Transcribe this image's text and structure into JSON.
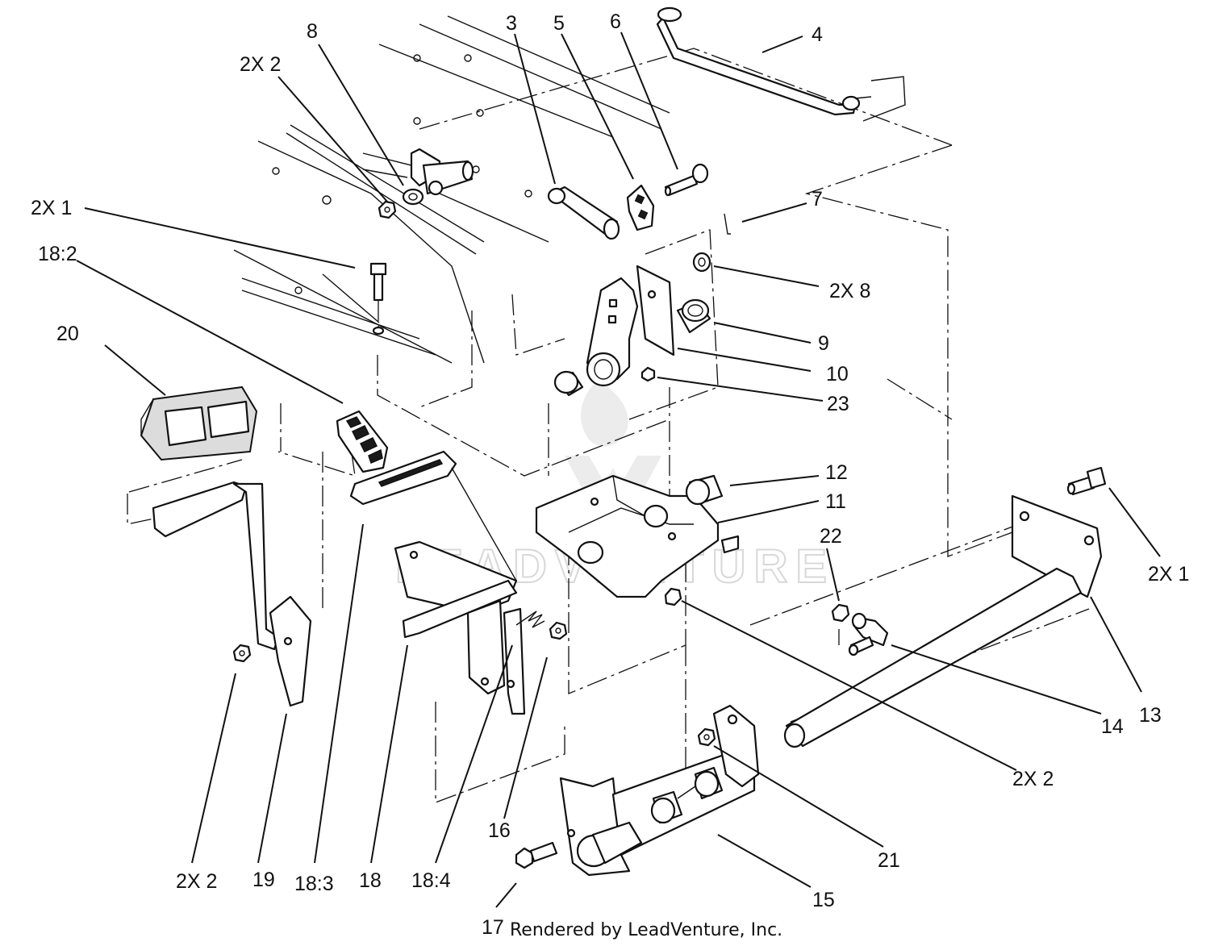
{
  "diagram": {
    "watermark_text": "LEADVENTURE",
    "credit_text": "Rendered by LeadVenture, Inc."
  },
  "callouts": [
    {
      "id": "c-8",
      "text": "8"
    },
    {
      "id": "c-3",
      "text": "3"
    },
    {
      "id": "c-5",
      "text": "5"
    },
    {
      "id": "c-6",
      "text": "6"
    },
    {
      "id": "c-4",
      "text": "4"
    },
    {
      "id": "c-2x2-top",
      "text": "2X 2"
    },
    {
      "id": "c-2x1-left",
      "text": "2X 1"
    },
    {
      "id": "c-7",
      "text": "7"
    },
    {
      "id": "c-18-2",
      "text": "18:2"
    },
    {
      "id": "c-2x8",
      "text": "2X 8"
    },
    {
      "id": "c-20",
      "text": "20"
    },
    {
      "id": "c-9",
      "text": "9"
    },
    {
      "id": "c-10",
      "text": "10"
    },
    {
      "id": "c-23",
      "text": "23"
    },
    {
      "id": "c-12",
      "text": "12"
    },
    {
      "id": "c-11",
      "text": "11"
    },
    {
      "id": "c-22",
      "text": "22"
    },
    {
      "id": "c-2x1-right",
      "text": "2X 1"
    },
    {
      "id": "c-13",
      "text": "13"
    },
    {
      "id": "c-14",
      "text": "14"
    },
    {
      "id": "c-2x2-right",
      "text": "2X 2"
    },
    {
      "id": "c-16",
      "text": "16"
    },
    {
      "id": "c-21",
      "text": "21"
    },
    {
      "id": "c-2x2-bottom",
      "text": "2X 2"
    },
    {
      "id": "c-19",
      "text": "19"
    },
    {
      "id": "c-18-3",
      "text": "18:3"
    },
    {
      "id": "c-18",
      "text": "18"
    },
    {
      "id": "c-18-4",
      "text": "18:4"
    },
    {
      "id": "c-15",
      "text": "15"
    },
    {
      "id": "c-17",
      "text": "17"
    }
  ]
}
